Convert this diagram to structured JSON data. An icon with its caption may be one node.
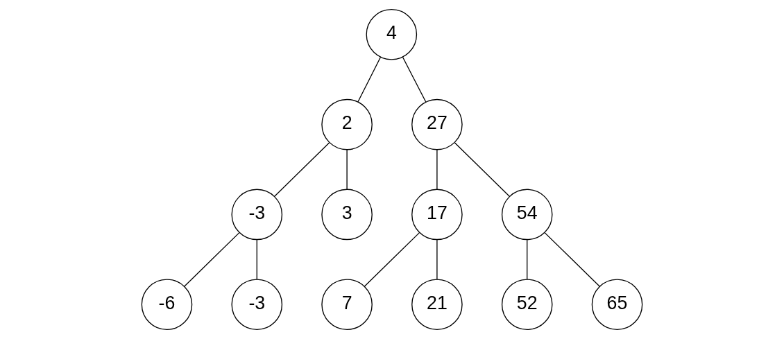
{
  "diagram": {
    "nodes": [
      {
        "text": [
          "4"
        ]
      },
      {
        "text": [
          "2"
        ]
      },
      {
        "text": [
          "27"
        ]
      },
      {
        "text": [
          "-3"
        ]
      },
      {
        "text": [
          "3"
        ]
      },
      {
        "text": [
          "17"
        ]
      },
      {
        "text": [
          "54"
        ]
      },
      {
        "text": [
          "-6"
        ]
      },
      {
        "text": [
          "-3"
        ]
      },
      {
        "text": [
          "7"
        ]
      },
      {
        "text": [
          "21"
        ]
      },
      {
        "text": [
          "52"
        ]
      },
      {
        "text": [
          "65"
        ]
      }
    ],
    "edges": [
      {
        "from": 0,
        "to": 1,
        "arrow": "none"
      },
      {
        "from": 0,
        "to": 2,
        "arrow": "none"
      },
      {
        "from": 1,
        "to": 3,
        "arrow": "none"
      },
      {
        "from": 1,
        "to": 4,
        "arrow": "none"
      },
      {
        "from": 2,
        "to": 5,
        "arrow": "none"
      },
      {
        "from": 2,
        "to": 6,
        "arrow": "none"
      },
      {
        "from": 3,
        "to": 7,
        "arrow": "none"
      },
      {
        "from": 3,
        "to": 8,
        "arrow": "none"
      },
      {
        "from": 5,
        "to": 9,
        "arrow": "none"
      },
      {
        "from": 5,
        "to": 10,
        "arrow": "none"
      },
      {
        "from": 6,
        "to": 11,
        "arrow": "none"
      },
      {
        "from": 6,
        "to": 12,
        "arrow": "none"
      }
    ]
  }
}
